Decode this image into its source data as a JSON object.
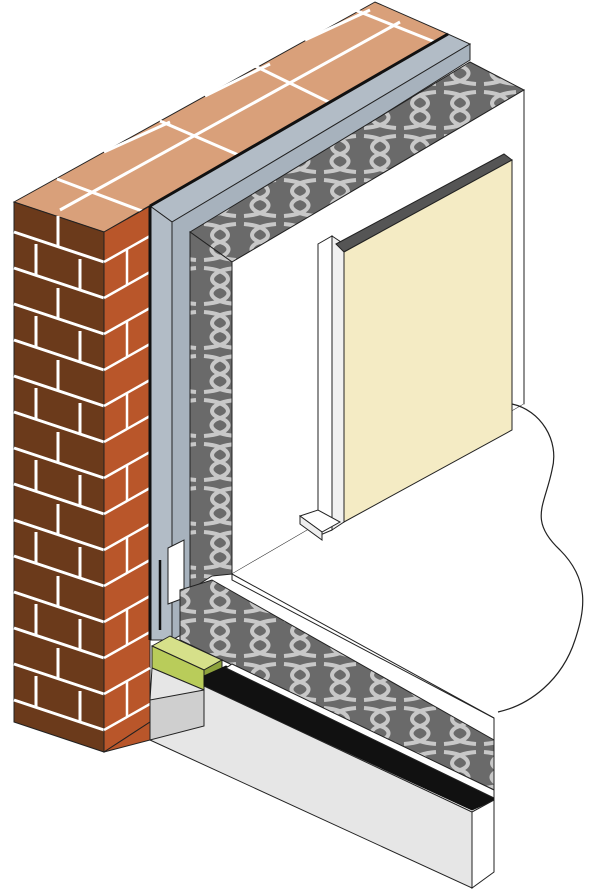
{
  "diagram": {
    "subject": "wall-floor-junction-insulation-detail",
    "layers": [
      {
        "id": "brick-outer-leaf",
        "icon": "brick-icon"
      },
      {
        "id": "air-gap-membrane"
      },
      {
        "id": "mineral-wool-wall-insulation",
        "icon": "insulation-icon"
      },
      {
        "id": "internal-plasterboard-lining"
      },
      {
        "id": "timber-stud"
      },
      {
        "id": "wall-tie-bracket"
      },
      {
        "id": "cavity-barrier-block"
      },
      {
        "id": "mineral-wool-floor-insulation",
        "icon": "insulation-icon"
      },
      {
        "id": "concrete-foundation-slab"
      }
    ],
    "colors": {
      "brick_face": "#6b3a1b",
      "brick_side": "#b9562a",
      "brick_top": "#d9a07a",
      "mortar": "#ffffff",
      "membrane": "#b2bcc6",
      "insulation_fill": "#6a6a6a",
      "insulation_wave": "#c8c8c8",
      "plasterboard": "#f4ebc4",
      "interior_wall": "#ffffff",
      "barrier_block": "#b9cc5a",
      "concrete": "#e6e6e6",
      "outline": "#222222"
    }
  }
}
